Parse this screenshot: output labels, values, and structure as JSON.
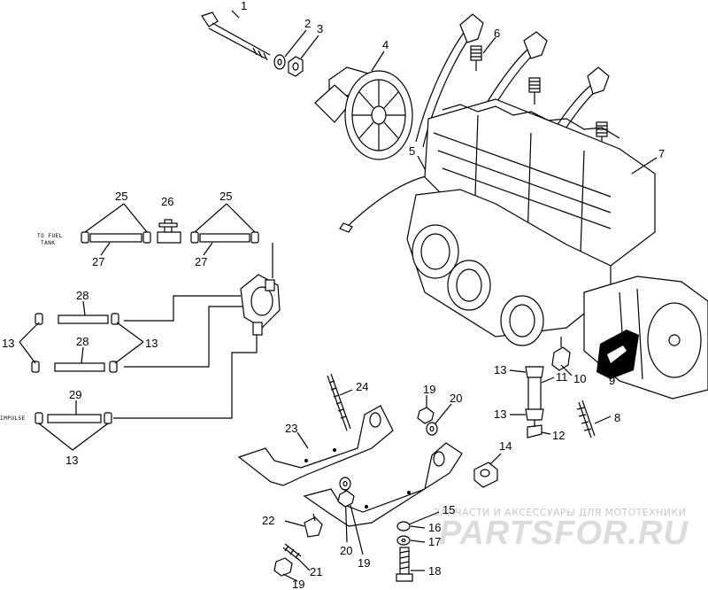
{
  "callouts": {
    "c1": "1",
    "c2": "2",
    "c3": "3",
    "c4": "4",
    "c5": "5",
    "c6": "6",
    "c7": "7",
    "c8": "8",
    "c9": "9",
    "c10": "10",
    "c11": "11",
    "c12": "12",
    "c13a": "13",
    "c13b": "13",
    "c13c": "13",
    "c13d": "13",
    "c14": "14",
    "c15": "15",
    "c16": "16",
    "c17": "17",
    "c18": "18",
    "c19a": "19",
    "c19b": "19",
    "c19c": "19",
    "c20a": "20",
    "c20b": "20",
    "c21": "21",
    "c22": "22",
    "c23": "23",
    "c24": "24",
    "c25a": "25",
    "c25b": "25",
    "c26": "26",
    "c27a": "27",
    "c27b": "27",
    "c28a": "28",
    "c28b": "28",
    "c29": "29"
  },
  "labels": {
    "to_fuel_tank": [
      "TO FUEL",
      "TANK"
    ],
    "impulse": "IMPULSE"
  },
  "watermark": {
    "tagline": "ЗАПЧАСТИ И АКСЕССУАРЫ ДЛЯ МОТОТЕХНИКИ",
    "brand": "PARTSFOR.RU"
  }
}
